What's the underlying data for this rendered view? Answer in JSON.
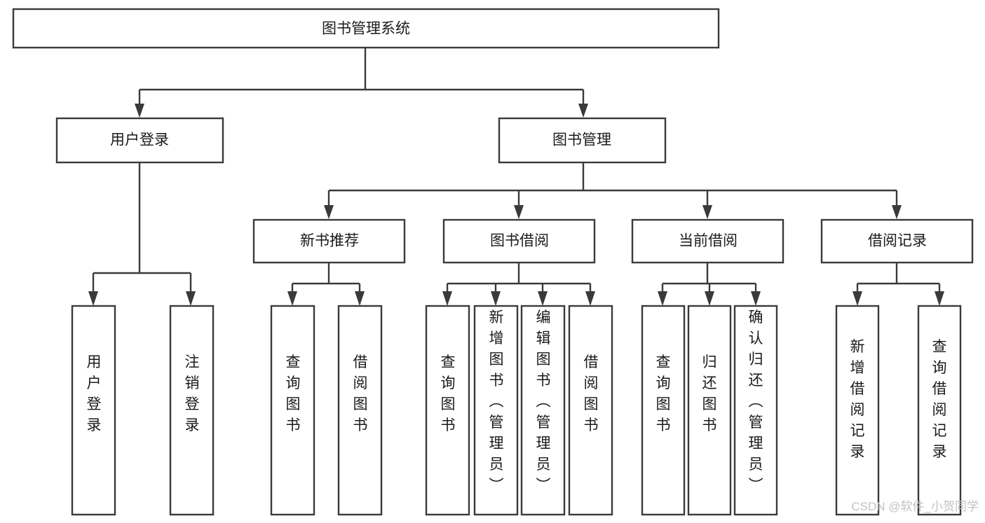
{
  "diagram": {
    "type": "tree-hierarchy",
    "title": "图书管理系统",
    "watermark": "CSDN @软件_小贺同学",
    "colors": {
      "box_stroke": "#3a3a3a",
      "box_fill": "#ffffff",
      "text": "#1a1a1a",
      "background": "#ffffff",
      "watermark": "#c2c2c2"
    },
    "levels": {
      "root": {
        "label": "图书管理系统"
      },
      "level2": [
        {
          "label": "用户登录"
        },
        {
          "label": "图书管理"
        }
      ],
      "level3": [
        {
          "label": "新书推荐"
        },
        {
          "label": "图书借阅"
        },
        {
          "label": "当前借阅"
        },
        {
          "label": "借阅记录"
        }
      ]
    },
    "leaves": {
      "user_login": [
        {
          "label": "用户登录"
        },
        {
          "label": "注销登录"
        }
      ],
      "new_book_recommend": [
        {
          "label": "查询图书"
        },
        {
          "label": "借阅图书"
        }
      ],
      "book_borrow": [
        {
          "label": "查询图书"
        },
        {
          "label": "新增图书（管理员）"
        },
        {
          "label": "编辑图书（管理员）"
        },
        {
          "label": "借阅图书"
        }
      ],
      "current_borrow": [
        {
          "label": "查询图书"
        },
        {
          "label": "归还图书"
        },
        {
          "label": "确认归还（管理员）"
        }
      ],
      "borrow_record": [
        {
          "label": "新增借阅记录"
        },
        {
          "label": "查询借阅记录"
        }
      ]
    }
  }
}
